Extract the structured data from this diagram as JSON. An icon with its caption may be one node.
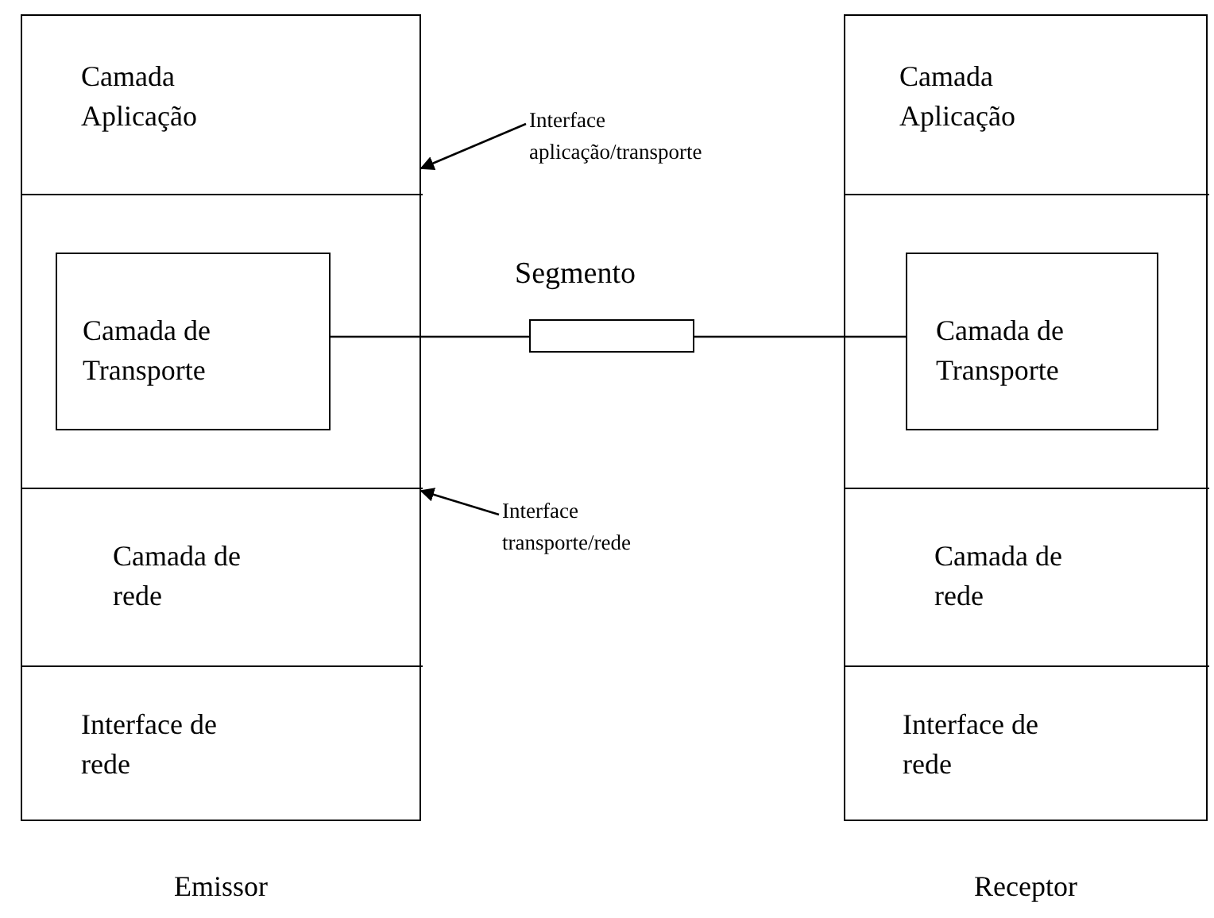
{
  "diagram": {
    "nodes": [
      {
        "text": [
          "Emissor"
        ]
      },
      {
        "text": [
          "Camada Aplicação"
        ],
        "in": 0
      },
      {
        "text": [],
        "shape": "box",
        "in": 0
      },
      {
        "text": [
          "Camada de Transporte"
        ],
        "in": 2
      },
      {
        "text": [
          "Camada de rede"
        ],
        "in": 0
      },
      {
        "text": [
          "Interface de rede"
        ],
        "in": 0
      },
      {
        "text": [
          "Receptor"
        ]
      },
      {
        "text": [
          "Camada Aplicação"
        ],
        "in": 6
      },
      {
        "text": [],
        "shape": "box",
        "in": 6
      },
      {
        "text": [
          "Camada de Transporte"
        ],
        "in": 8
      },
      {
        "text": [
          "Camada de rede"
        ],
        "in": 6
      },
      {
        "text": [
          "Interface de rede"
        ],
        "in": 6
      },
      {
        "text": [
          "Segmento"
        ]
      },
      {
        "text": [
          "Interface aplicação/transporte"
        ]
      },
      {
        "text": [
          "Interface transporte/rede"
        ]
      }
    ],
    "edges": [
      {
        "from": 3,
        "to": 12,
        "arrow": "none"
      },
      {
        "from": 12,
        "to": 9,
        "arrow": "none"
      },
      {
        "from": 13,
        "to": 0,
        "arrow": "to"
      },
      {
        "from": 14,
        "to": 0,
        "arrow": "to"
      }
    ]
  }
}
